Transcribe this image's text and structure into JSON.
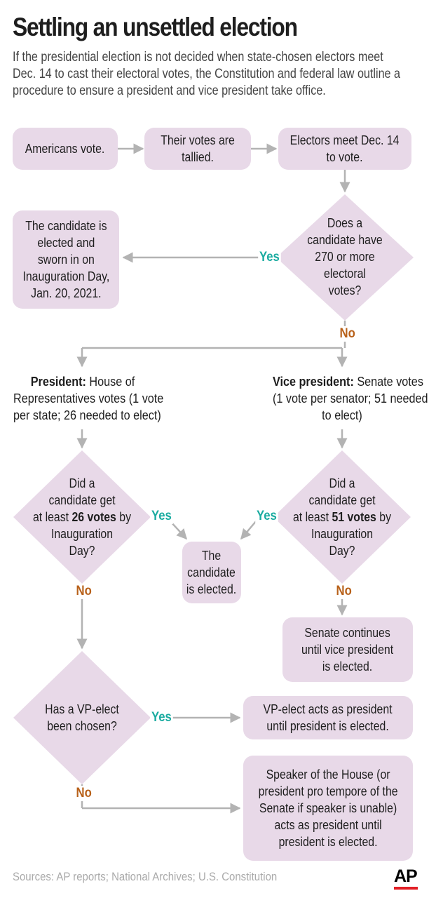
{
  "title": "Settling an unsettled election",
  "intro": [
    "If the presidential election is not decided when state-chosen electors meet",
    "Dec. 14 to cast their electoral votes, the Constitution and federal law outline a",
    "procedure to ensure a president and vice president take office."
  ],
  "boxes": {
    "americans_vote": [
      "Americans vote."
    ],
    "votes_tallied": [
      "Their votes are",
      "tallied."
    ],
    "electors_meet": [
      "Electors meet Dec. 14",
      "to vote."
    ],
    "candidate_elected_sworn": [
      "The candidate is",
      "elected and",
      "sworn in on",
      "Inauguration Day,",
      "Jan. 20, 2021."
    ],
    "the_candidate_elected": [
      "The",
      "candidate",
      "is elected."
    ],
    "senate_continues": [
      "Senate continues",
      "until vice president",
      "is elected."
    ],
    "vp_acts": [
      "VP-elect acts as president",
      "until president is elected."
    ],
    "speaker_acts": [
      "Speaker of the House (or",
      "president pro tempore of the",
      "Senate if speaker is unable)",
      "acts as president until",
      "president is elected."
    ]
  },
  "decisions": {
    "has_270": [
      "Does a",
      "candidate have",
      "270 or more",
      "electoral",
      "votes?"
    ],
    "house_26": {
      "lines": [
        "Did a",
        "candidate get"
      ],
      "line3_pre": "at least ",
      "line3_bold": "26 votes",
      "line3_post": " by",
      "lines_after": [
        "Inauguration",
        "Day?"
      ]
    },
    "senate_51": {
      "lines": [
        "Did a",
        "candidate get"
      ],
      "line3_pre": "at least ",
      "line3_bold": "51 votes",
      "line3_post": " by",
      "lines_after": [
        "Inauguration",
        "Day?"
      ]
    },
    "vp_chosen": [
      "Has a VP-elect",
      "been chosen?"
    ]
  },
  "branches": {
    "president": {
      "bold": "President:",
      "rest": " House of",
      "lines": [
        "Representatives votes (1 vote",
        "per state; 26 needed to elect)"
      ]
    },
    "vice_president": {
      "bold": "Vice president:",
      "rest": " Senate votes",
      "lines": [
        "(1 vote per senator; 51 needed",
        "to elect)"
      ]
    }
  },
  "labels": {
    "yes": "Yes",
    "no": "No"
  },
  "sources": "Sources: AP reports; National Archives; U.S. Constitution",
  "logo": "AP",
  "colors": {
    "box_fill": "#e8d9e8",
    "yes": "#1aaba0",
    "no": "#b8611a",
    "arrow": "#b3b3b3",
    "logo_red": "#e21f26"
  }
}
